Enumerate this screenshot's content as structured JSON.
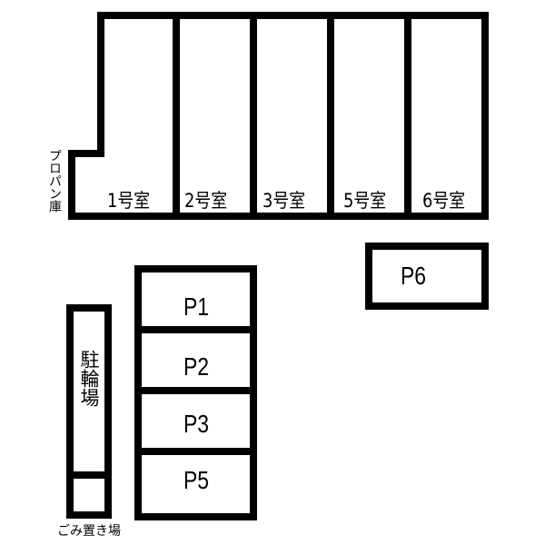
{
  "diagram": {
    "type": "site-plan",
    "building": {
      "rooms": [
        {
          "label": "1号室"
        },
        {
          "label": "2号室"
        },
        {
          "label": "3号室"
        },
        {
          "label": "5号室"
        },
        {
          "label": "6号室"
        }
      ]
    },
    "propane_storage": {
      "label": "プロパン庫"
    },
    "parking": {
      "spaces": [
        {
          "label": "P1"
        },
        {
          "label": "P2"
        },
        {
          "label": "P3"
        },
        {
          "label": "P5"
        }
      ],
      "separate_space": {
        "label": "P6"
      }
    },
    "bicycle_parking": {
      "label": "駐輪場"
    },
    "garbage_area": {
      "label": "ごみ置き場"
    },
    "colors": {
      "line": "#000000",
      "background": "#ffffff"
    }
  }
}
